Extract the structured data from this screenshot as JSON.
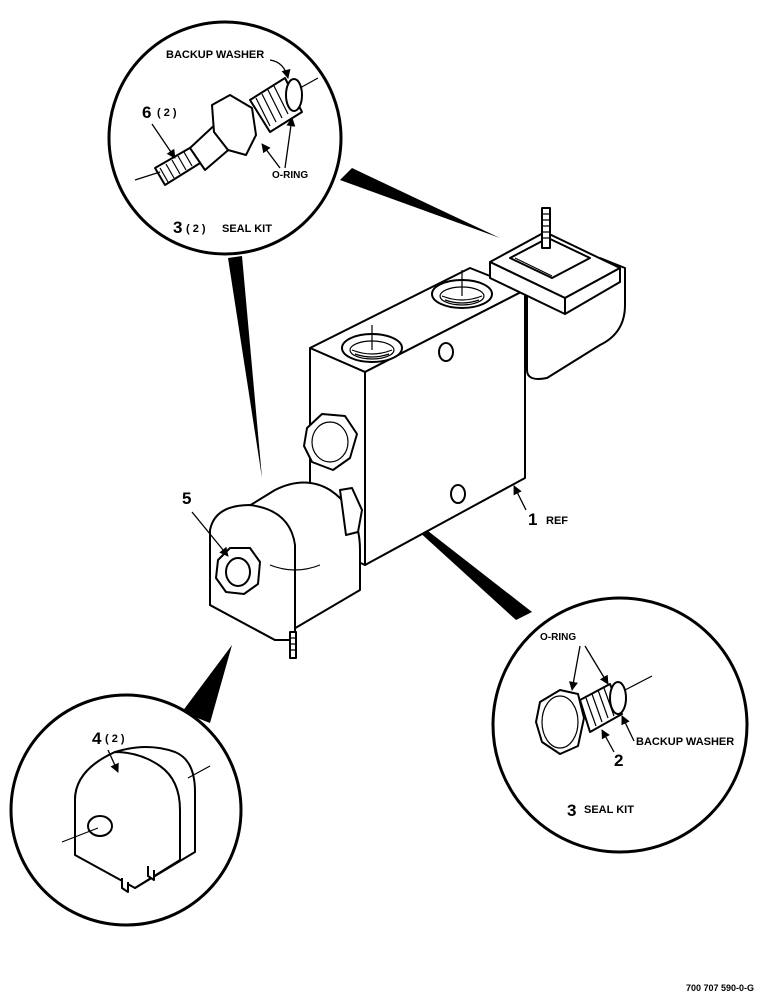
{
  "labels": {
    "backup_washer_top": "BACKUP WASHER",
    "item6": "6",
    "item6_qty": "( 2 )",
    "o_ring_top": "O-RING",
    "seal_kit_top_num": "3",
    "seal_kit_top_qty": "( 2 )",
    "seal_kit_top_text": "SEAL KIT",
    "item5": "5",
    "item1": "1",
    "item1_ref": "REF",
    "o_ring_right": "O-RING",
    "backup_washer_right": "BACKUP WASHER",
    "item2": "2",
    "seal_kit_right_num": "3",
    "seal_kit_right_text": "SEAL KIT",
    "item4": "4",
    "item4_qty": "( 2 )",
    "figure_number": "700 707 590-0-G"
  }
}
